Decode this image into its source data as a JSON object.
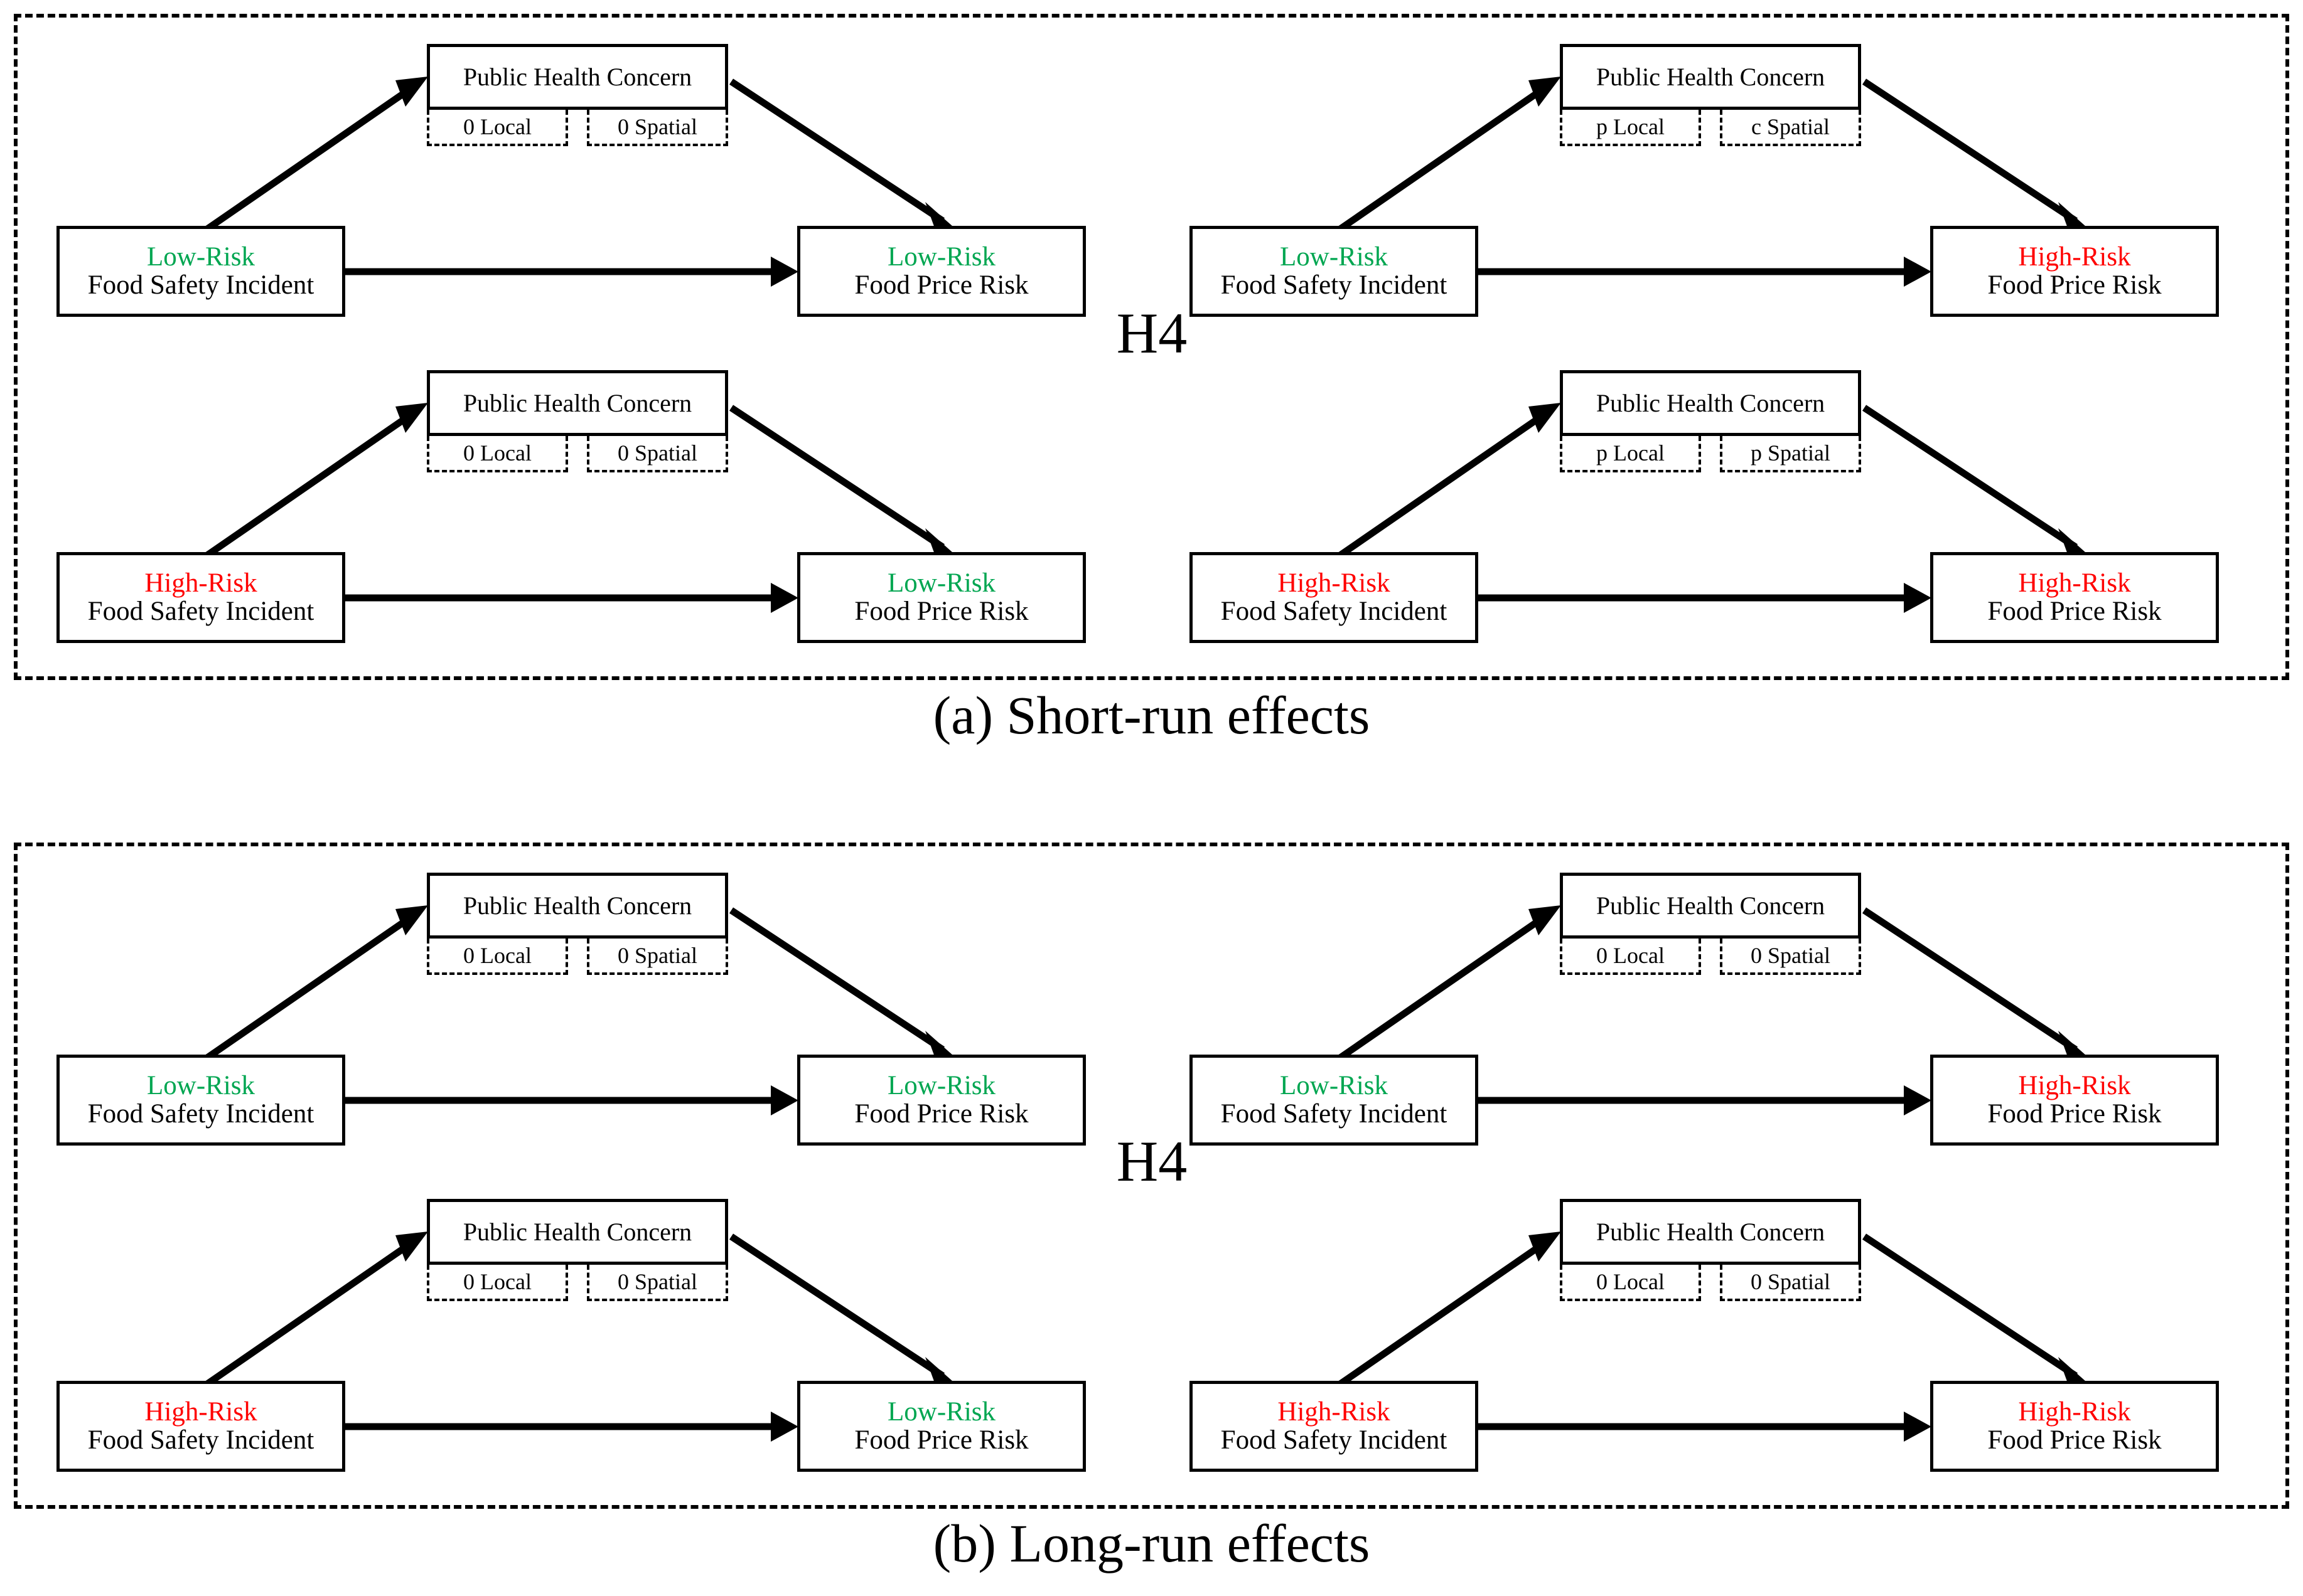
{
  "figure": {
    "hypothesis_label": "H4",
    "risk_colors": {
      "low": "#00A651",
      "high": "#FF0000"
    },
    "node_labels": {
      "source_entity": "Food Safety Incident",
      "target_entity": "Food Price Risk",
      "mediator": "Public Health Concern",
      "low": "Low-Risk",
      "high": "High-Risk"
    }
  },
  "panels": [
    {
      "id": "a",
      "caption": "(a) Short-run effects",
      "units": [
        {
          "position": "top-left",
          "source_risk": "Low-Risk",
          "source_risk_class": "low",
          "source_entity": "Food Safety Incident",
          "mediator": "Public Health Concern",
          "local": "0 Local",
          "spatial": "0 Spatial",
          "target_risk": "Low-Risk",
          "target_risk_class": "low",
          "target_entity": "Food Price Risk"
        },
        {
          "position": "top-right",
          "source_risk": "Low-Risk",
          "source_risk_class": "low",
          "source_entity": "Food Safety Incident",
          "mediator": "Public Health Concern",
          "local": "p Local",
          "spatial": "c Spatial",
          "target_risk": "High-Risk",
          "target_risk_class": "high",
          "target_entity": "Food Price Risk"
        },
        {
          "position": "bottom-left",
          "source_risk": "High-Risk",
          "source_risk_class": "high",
          "source_entity": "Food Safety Incident",
          "mediator": "Public Health Concern",
          "local": "0 Local",
          "spatial": "0 Spatial",
          "target_risk": "Low-Risk",
          "target_risk_class": "low",
          "target_entity": "Food Price Risk"
        },
        {
          "position": "bottom-right",
          "source_risk": "High-Risk",
          "source_risk_class": "high",
          "source_entity": "Food Safety Incident",
          "mediator": "Public Health Concern",
          "local": "p Local",
          "spatial": "p Spatial",
          "target_risk": "High-Risk",
          "target_risk_class": "high",
          "target_entity": "Food Price Risk"
        }
      ]
    },
    {
      "id": "b",
      "caption": "(b) Long-run effects",
      "units": [
        {
          "position": "top-left",
          "source_risk": "Low-Risk",
          "source_risk_class": "low",
          "source_entity": "Food Safety Incident",
          "mediator": "Public Health Concern",
          "local": "0 Local",
          "spatial": "0 Spatial",
          "target_risk": "Low-Risk",
          "target_risk_class": "low",
          "target_entity": "Food Price Risk"
        },
        {
          "position": "top-right",
          "source_risk": "Low-Risk",
          "source_risk_class": "low",
          "source_entity": "Food Safety Incident",
          "mediator": "Public Health Concern",
          "local": "0 Local",
          "spatial": "0 Spatial",
          "target_risk": "High-Risk",
          "target_risk_class": "high",
          "target_entity": "Food Price Risk"
        },
        {
          "position": "bottom-left",
          "source_risk": "High-Risk",
          "source_risk_class": "high",
          "source_entity": "Food Safety Incident",
          "mediator": "Public Health Concern",
          "local": "0 Local",
          "spatial": "0 Spatial",
          "target_risk": "Low-Risk",
          "target_risk_class": "low",
          "target_entity": "Food Price Risk"
        },
        {
          "position": "bottom-right",
          "source_risk": "High-Risk",
          "source_risk_class": "high",
          "source_entity": "Food Safety Incident",
          "mediator": "Public Health Concern",
          "local": "0 Local",
          "spatial": "0 Spatial",
          "target_risk": "High-Risk",
          "target_risk_class": "high",
          "target_entity": "Food Price Risk"
        }
      ]
    }
  ]
}
